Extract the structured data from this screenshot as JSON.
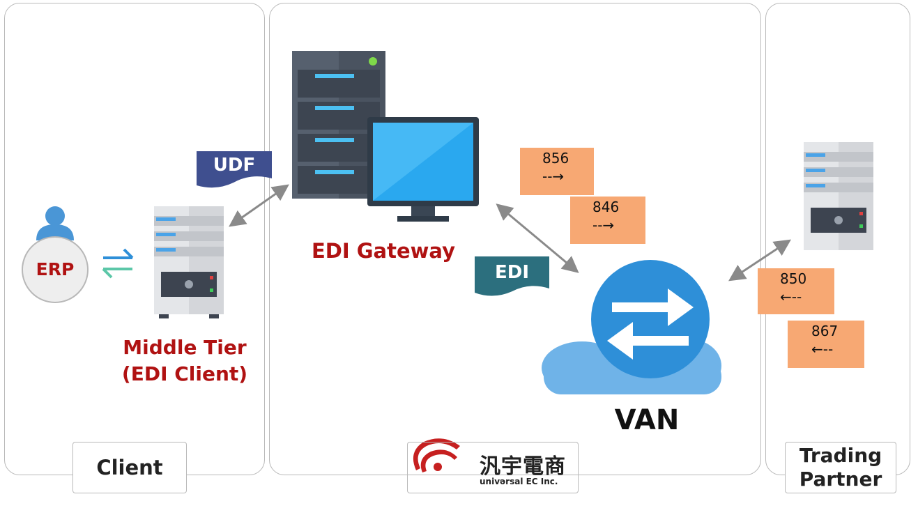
{
  "panels": {
    "client": "Client",
    "trading_partner": "Trading Partner"
  },
  "trading_partner_lines": [
    "Trading",
    "Partner"
  ],
  "erp_label": "ERP",
  "middle_tier_lines": [
    "Middle Tier",
    "(EDI Client)"
  ],
  "gateway_label": "EDI Gateway",
  "van_label": "VAN",
  "docs": {
    "udf": "UDF",
    "edi": "EDI"
  },
  "notes": [
    {
      "code": "856",
      "arrow": "--→"
    },
    {
      "code": "846",
      "arrow": "--→"
    },
    {
      "code": "850",
      "arrow": "←--"
    },
    {
      "code": "867",
      "arrow": "←--"
    }
  ],
  "logo": {
    "chinese": "汎宇電商",
    "english": "univərsal EC Inc."
  },
  "colors": {
    "accent_red": "#b01212",
    "note_orange": "#f7a873",
    "udf_blue": "#3f4f8f",
    "edi_teal": "#2c6f7e",
    "van_blue": "#2e8fd8",
    "cloud": "#6fb3e8"
  }
}
